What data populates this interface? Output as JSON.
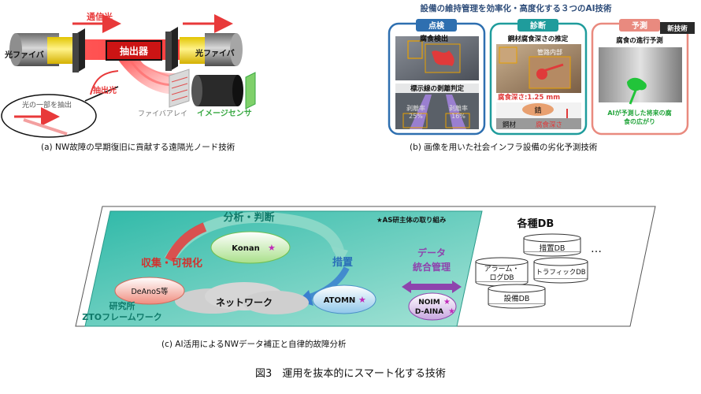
{
  "panel_a": {
    "caption": "(a)  NW故障の早期復旧に貢献する遠隔光ノード技術",
    "comm_light": "通信光",
    "extractor": "抽出器",
    "left_fiber": "光ファイバ",
    "right_fiber": "光ファイバ",
    "extracted_light": "抽出光",
    "callout": "光の一部を抽出",
    "fiber_array": "ファイバアレイ",
    "image_sensor": "イメージセンサ"
  },
  "panel_b": {
    "caption": "(b)  画像を用いた社会インフラ設備の劣化予測技術",
    "title": "設備の維持管理を効率化・高度化する３つのAI技術",
    "new_tech": "新技術",
    "inspect": {
      "tab": "点検",
      "corrosion_detect": "腐食検出",
      "line_judge": "標示線の剥離判定",
      "rate1_label": "剥離率",
      "rate1_value": "25%",
      "rate2_label": "剥離率",
      "rate2_value": "16%"
    },
    "diagnose": {
      "tab": "診断",
      "title": "鋼材腐食深さの推定",
      "inner_label": "管路内部",
      "depth": "腐食深さ:1.25 mm",
      "rust": "錆",
      "steel": "鋼材",
      "depth_label": "腐食深さ"
    },
    "predict": {
      "tab": "予測",
      "title": "腐食の進行予測",
      "note_line1": "AIが予測した将来の腐",
      "note_line2": "食の広がり"
    }
  },
  "panel_c": {
    "caption": "(c)  AI活用によるNWデータ補正と自律的故障分析",
    "analysis": "分析・判断",
    "collect": "収集・可視化",
    "measure": "措置",
    "network": "ネットワーク",
    "framework_line1": "研究所",
    "framework_line2": "ZTOフレームワーク",
    "legend": "★AS研主体の取り組み",
    "konan": "Konan",
    "deanos": "DeAnoS等",
    "atomn": "ATOMN",
    "data_mgmt_line1": "データ",
    "data_mgmt_line2": "統合管理",
    "noim": "NOIM",
    "daina": "D-AINA",
    "db_title": "各種DB",
    "db_measure": "措置DB",
    "db_alarm_line1": "アラーム・",
    "db_alarm_line2": "ログDB",
    "db_traffic": "トラフィックDB",
    "db_equipment": "設備DB",
    "ellipsis": "…"
  },
  "figure_caption": "図3　運用を抜本的にスマート化する技術",
  "colors": {
    "accent_red": "#e8393a",
    "blue_tab": "#2e6fb0",
    "teal_tab": "#1f9c9c",
    "salmon_tab": "#e98a7f",
    "purple": "#8e44ad",
    "green_sensor": "#3aa944"
  }
}
